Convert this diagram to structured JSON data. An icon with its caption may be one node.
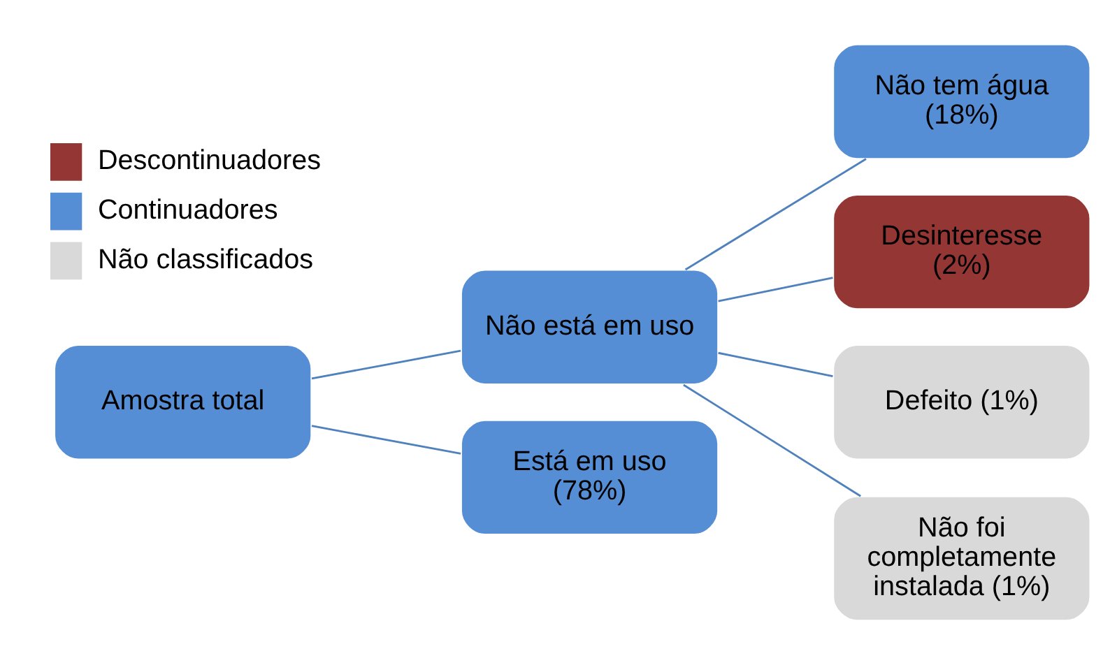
{
  "diagram": {
    "nodes": [
      {
        "text": [
          "Amostra total"
        ]
      },
      {
        "text": [
          "Não está em uso"
        ]
      },
      {
        "text": [
          "Está em uso (78%)"
        ]
      },
      {
        "text": [
          "Não tem água (18%)"
        ]
      },
      {
        "text": [
          "Desinteresse (2%)"
        ]
      },
      {
        "text": [
          "Defeito (1%)"
        ]
      },
      {
        "text": [
          "Não foi completamente instalada (1%)"
        ]
      }
    ],
    "edges": [
      {
        "from": 0,
        "to": 1,
        "arrow": "none"
      },
      {
        "from": 0,
        "to": 2,
        "arrow": "none"
      },
      {
        "from": 1,
        "to": 3,
        "arrow": "none"
      },
      {
        "from": 1,
        "to": 4,
        "arrow": "none"
      },
      {
        "from": 1,
        "to": 5,
        "arrow": "none"
      },
      {
        "from": 1,
        "to": 6,
        "arrow": "none"
      }
    ],
    "legend": [
      {
        "text": "Descontinuadores",
        "color": "#943634"
      },
      {
        "text": "Continuadores",
        "color": "#558ed5"
      },
      {
        "text": "Não classificados",
        "color": "#d9d9d9"
      }
    ]
  }
}
